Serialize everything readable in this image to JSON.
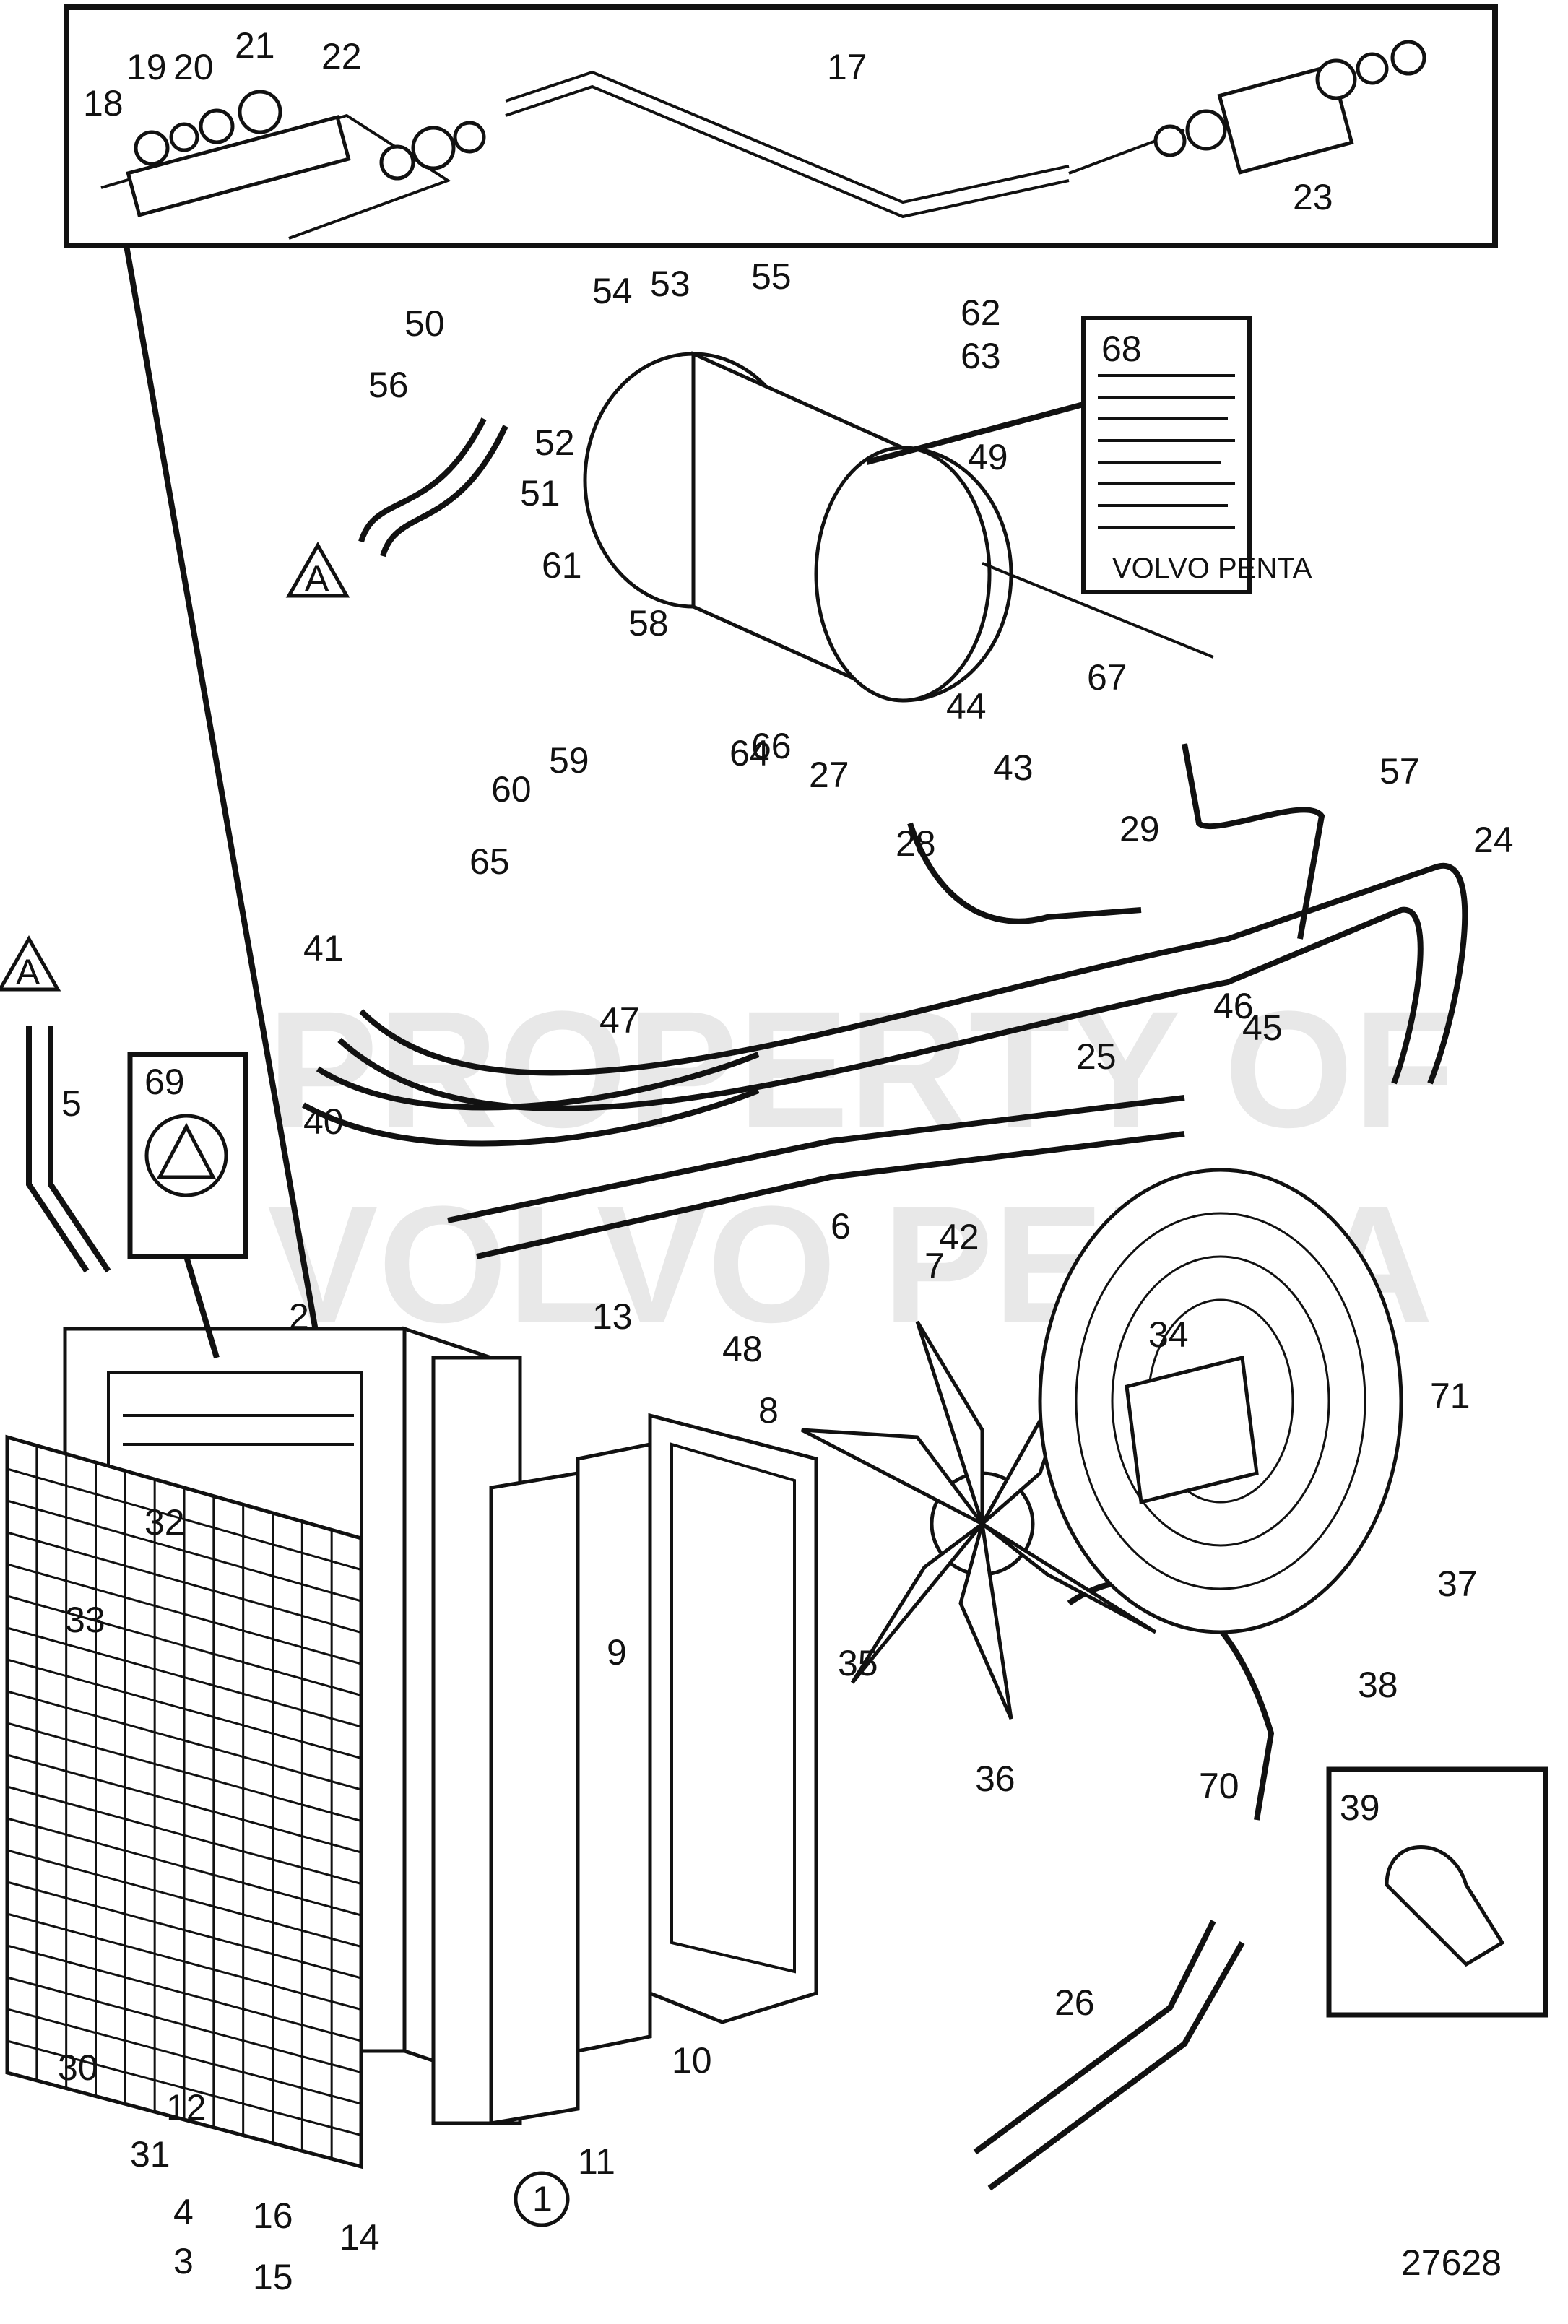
{
  "diagram": {
    "drawing_number": "27628",
    "watermark": [
      "PROPERTY OF",
      "VOLVO PENTA"
    ],
    "callouts": [
      "1",
      "2",
      "3",
      "4",
      "5",
      "6",
      "7",
      "8",
      "9",
      "10",
      "11",
      "12",
      "13",
      "14",
      "15",
      "16",
      "17",
      "18",
      "19",
      "20",
      "21",
      "22",
      "23",
      "24",
      "25",
      "26",
      "27",
      "28",
      "29",
      "30",
      "31",
      "32",
      "33",
      "34",
      "35",
      "36",
      "37",
      "38",
      "39",
      "40",
      "41",
      "42",
      "43",
      "44",
      "45",
      "46",
      "47",
      "48",
      "49",
      "50",
      "51",
      "52",
      "53",
      "54",
      "55",
      "56",
      "57",
      "58",
      "59",
      "60",
      "61",
      "62",
      "63",
      "64",
      "65",
      "66",
      "67",
      "68",
      "69",
      "70",
      "71"
    ],
    "reference_letter": "A",
    "logo_text": "VOLVO PENTA"
  }
}
